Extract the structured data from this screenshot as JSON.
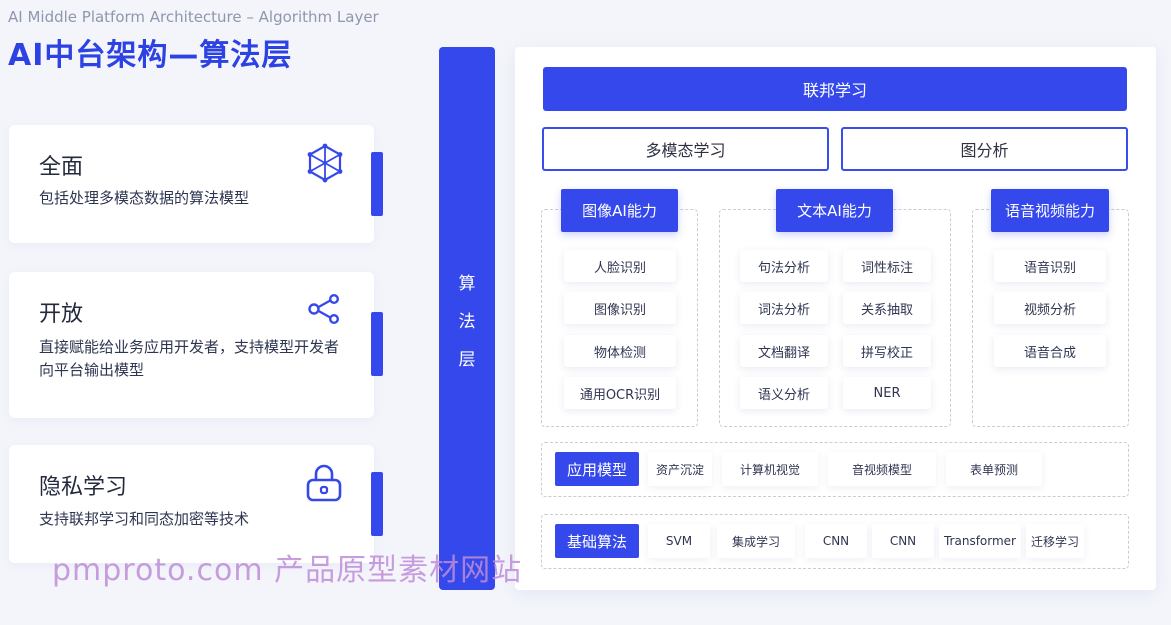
{
  "header": {
    "subtitle": "AI Middle Platform Architecture – Algorithm Layer",
    "title": "AI中台架构—算法层"
  },
  "features": [
    {
      "title": "全面",
      "desc": "包括处理多模态数据的算法模型",
      "icon": "hexagon-network-icon"
    },
    {
      "title": "开放",
      "desc": "直接赋能给业务应用开发者，支持模型开发者向平台输出模型",
      "icon": "share-icon"
    },
    {
      "title": "隐私学习",
      "desc": "支持联邦学习和同态加密等技术",
      "icon": "lock-icon"
    }
  ],
  "algo_layer": {
    "chars": [
      "算",
      "法",
      "层"
    ]
  },
  "top": {
    "federated": "联邦学习",
    "multimodal": "多模态学习",
    "graph": "图分析"
  },
  "capabilities": {
    "image": {
      "title": "图像AI能力",
      "items": [
        "人脸识别",
        "图像识别",
        "物体检测",
        "通用OCR识别"
      ]
    },
    "text": {
      "title": "文本AI能力",
      "left": [
        "句法分析",
        "词法分析",
        "文档翻译",
        "语义分析"
      ],
      "right": [
        "词性标注",
        "关系抽取",
        "拼写校正",
        "NER"
      ]
    },
    "speech": {
      "title": "语音视频能力",
      "items": [
        "语音识别",
        "视频分析",
        "语音合成"
      ]
    }
  },
  "app_models": {
    "label": "应用模型",
    "items": [
      "资产沉淀",
      "计算机视觉",
      "音视频模型",
      "表单预测"
    ]
  },
  "base_algos": {
    "label": "基础算法",
    "items": [
      "SVM",
      "集成学习",
      "CNN",
      "CNN",
      "Transformer",
      "迁移学习"
    ]
  },
  "watermark": "pmproto.com 产品原型素材网站",
  "colors": {
    "accent": "#3548ec",
    "title": "#2d42e3"
  }
}
